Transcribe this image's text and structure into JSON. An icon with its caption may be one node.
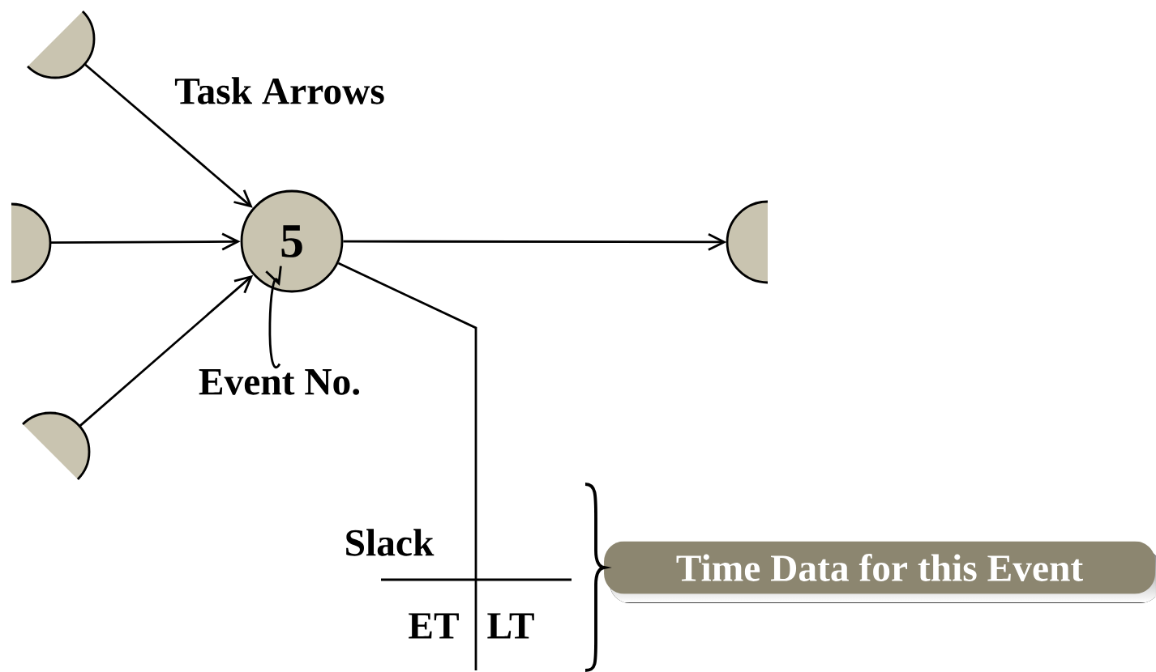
{
  "diagram": {
    "nodes": [
      {
        "text": [],
        "shape": "semicircle"
      },
      {
        "text": [],
        "shape": "semicircle"
      },
      {
        "text": [],
        "shape": "semicircle"
      },
      {
        "text": [
          "5"
        ]
      },
      {
        "text": [],
        "shape": "semicircle"
      },
      {
        "text": [
          "Time Data for this Event"
        ]
      },
      {
        "text": [
          "Event No."
        ]
      }
    ],
    "edges": [
      {
        "from": 0,
        "to": 3,
        "arrow": "to"
      },
      {
        "from": 1,
        "to": 3,
        "arrow": "to"
      },
      {
        "from": 2,
        "to": 3,
        "arrow": "to"
      },
      {
        "from": 3,
        "to": 4,
        "arrow": "to"
      },
      {
        "from": 6,
        "to": 3,
        "arrow": "to"
      },
      {
        "from": 3,
        "to": null,
        "arrow": "none"
      }
    ],
    "labels": [
      "Task Arrows",
      "Slack",
      "ET",
      "LT"
    ]
  }
}
